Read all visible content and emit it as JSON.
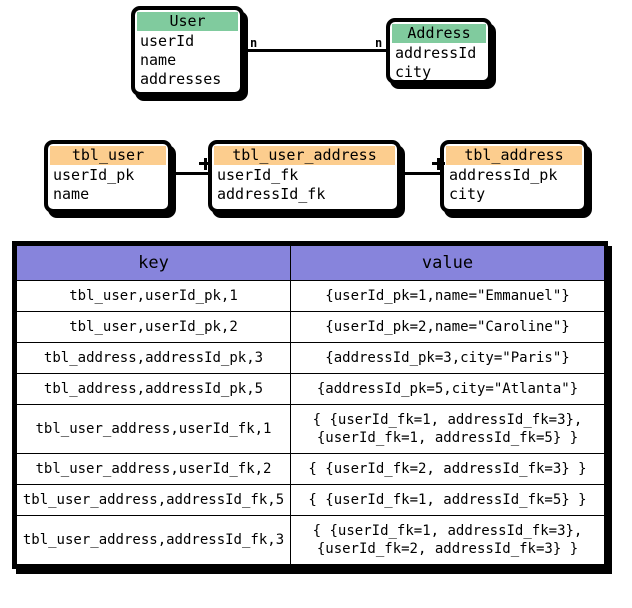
{
  "diagram": {
    "title": "",
    "colors": {
      "entity_header": "#80cb9e",
      "table_header": "#fccd8e",
      "kv_header": "#8784dc",
      "border": "#000000"
    },
    "entities": [
      {
        "name": "User",
        "fields": [
          "userId",
          "name",
          "addresses"
        ]
      },
      {
        "name": "Address",
        "fields": [
          "addressId",
          "city"
        ]
      }
    ],
    "entity_relationship": {
      "left_cardinality": "n",
      "right_cardinality": "n"
    },
    "tables": [
      {
        "name": "tbl_user",
        "fields": [
          "userId_pk",
          "name"
        ]
      },
      {
        "name": "tbl_user_address",
        "fields": [
          "userId_fk",
          "addressId_fk"
        ]
      },
      {
        "name": "tbl_address",
        "fields": [
          "addressId_pk",
          "city"
        ]
      }
    ]
  },
  "kv_table": {
    "columns": [
      "key",
      "value"
    ],
    "rows": [
      {
        "key": "tbl_user,userId_pk,1",
        "value": "{userId_pk=1,name=\"Emmanuel\"}"
      },
      {
        "key": "tbl_user,userId_pk,2",
        "value": "{userId_pk=2,name=\"Caroline\"}"
      },
      {
        "key": "tbl_address,addressId_pk,3",
        "value": "{addressId_pk=3,city=\"Paris\"}"
      },
      {
        "key": "tbl_address,addressId_pk,5",
        "value": "{addressId_pk=5,city=\"Atlanta\"}"
      },
      {
        "key": "tbl_user_address,userId_fk,1",
        "value": "{ {userId_fk=1, addressId_fk=3},\n{userId_fk=1, addressId_fk=5} }"
      },
      {
        "key": "tbl_user_address,userId_fk,2",
        "value": "{ {userId_fk=2, addressId_fk=3} }"
      },
      {
        "key": "tbl_user_address,addressId_fk,5",
        "value": "{ {userId_fk=1, addressId_fk=5} }"
      },
      {
        "key": "tbl_user_address,addressId_fk,3",
        "value": "{ {userId_fk=1, addressId_fk=3},\n{userId_fk=2, addressId_fk=3} }"
      }
    ]
  }
}
